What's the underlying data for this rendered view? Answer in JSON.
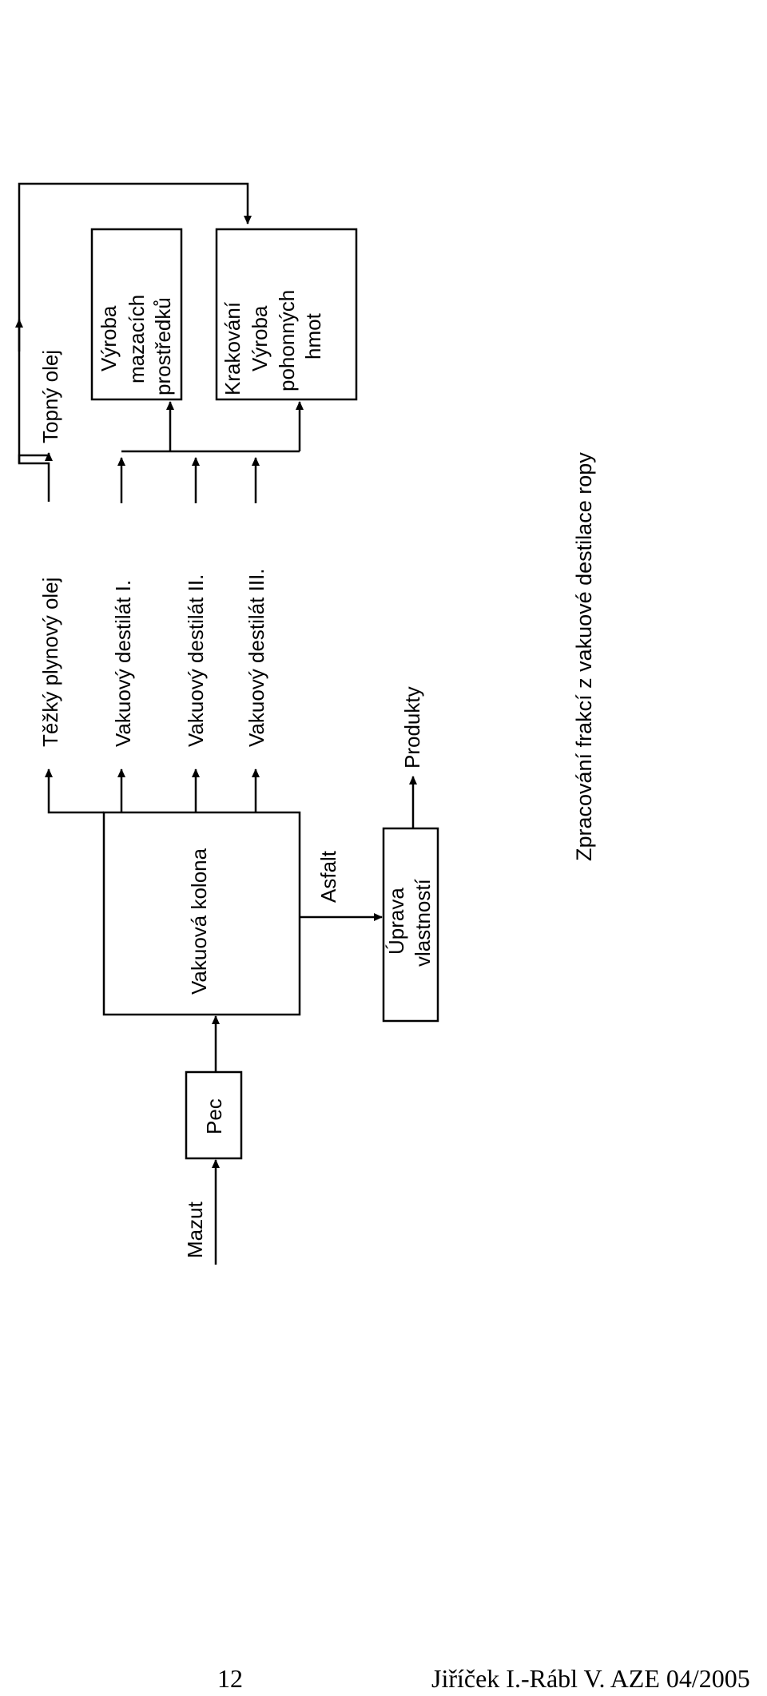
{
  "diagram": {
    "nodes": {
      "mazut": "Mazut",
      "pec": "Pec",
      "kolona": "Vakuová kolona",
      "asfalt": "Asfalt",
      "uprava_line1": "Úprava",
      "uprava_line2": "vlastností",
      "produkty": "Produkty",
      "tezky": "Těžký plynový olej",
      "topny": "Topný olej",
      "destilat1": "Vakuový destilát I.",
      "destilat2": "Vakuový destilát II.",
      "destilat3": "Vakuový destilát III.",
      "mazaci_line1": "Výroba",
      "mazaci_line2": "mazacích",
      "mazaci_line3": "prostředků",
      "krak_line1": "Krakování",
      "krak_line2": "Výroba",
      "krak_line3": "pohonných",
      "krak_line4": "hmot"
    },
    "caption": "Zpracování frakcí z vakuové destilace  ropy"
  },
  "footer": {
    "page_number": "12",
    "authors": "Jiříček I.-Rábl V. AZE 04/2005"
  }
}
